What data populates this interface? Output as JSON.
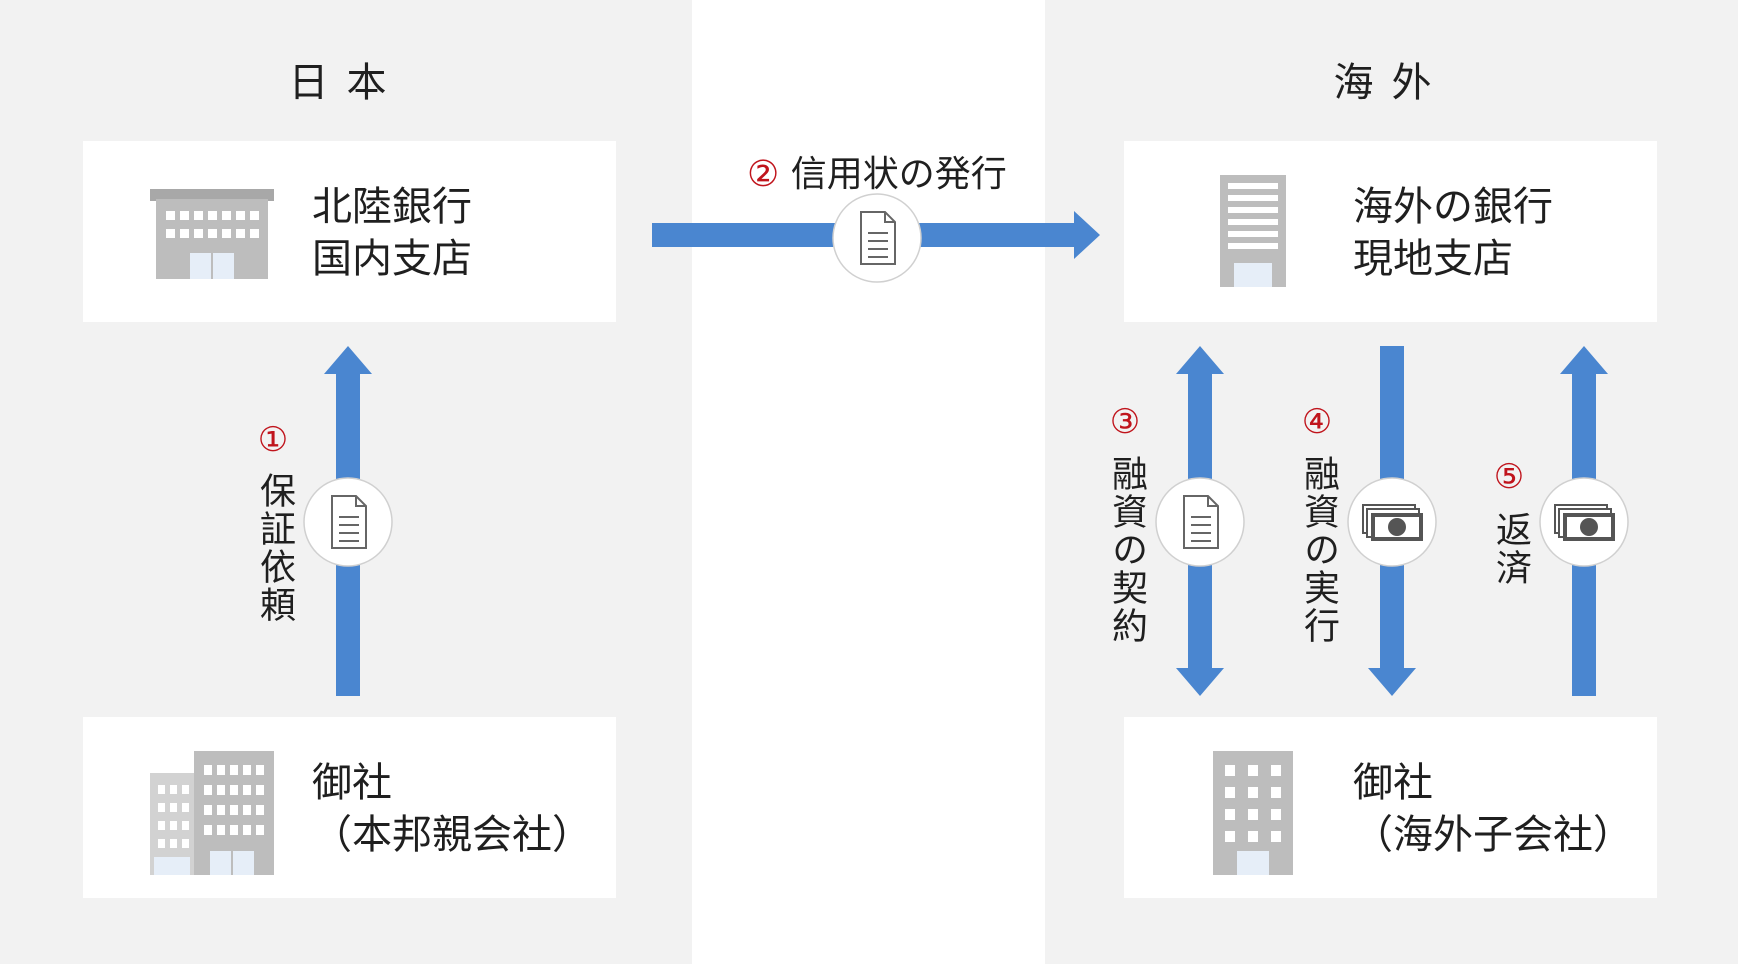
{
  "regions": {
    "japan": {
      "title": "日本"
    },
    "overseas": {
      "title": "海外"
    }
  },
  "cards": {
    "hokuriku_bank": {
      "line1": "北陸銀行",
      "line2": "国内支店"
    },
    "parent_company": {
      "line1": "御社",
      "line2": "（本邦親会社）"
    },
    "overseas_bank": {
      "line1": "海外の銀行",
      "line2": "現地支店"
    },
    "subsidiary": {
      "line1": "御社",
      "line2": "（海外子会社）"
    }
  },
  "steps": [
    {
      "num": "①",
      "label": "保証依頼",
      "icon": "document-icon",
      "direction": "up"
    },
    {
      "num": "②",
      "label": "信用状の発行",
      "icon": "document-icon",
      "direction": "right"
    },
    {
      "num": "③",
      "label": "融資の契約",
      "icon": "document-icon",
      "direction": "both"
    },
    {
      "num": "④",
      "label": "融資の実行",
      "icon": "cash-icon",
      "direction": "down"
    },
    {
      "num": "⑤",
      "label": "返済",
      "icon": "cash-icon",
      "direction": "up"
    }
  ],
  "colors": {
    "arrow": "#4a86d0",
    "step_number": "#c0141c",
    "region_bg": "#f2f2f2",
    "icon_gray": "#c8c8c8"
  }
}
